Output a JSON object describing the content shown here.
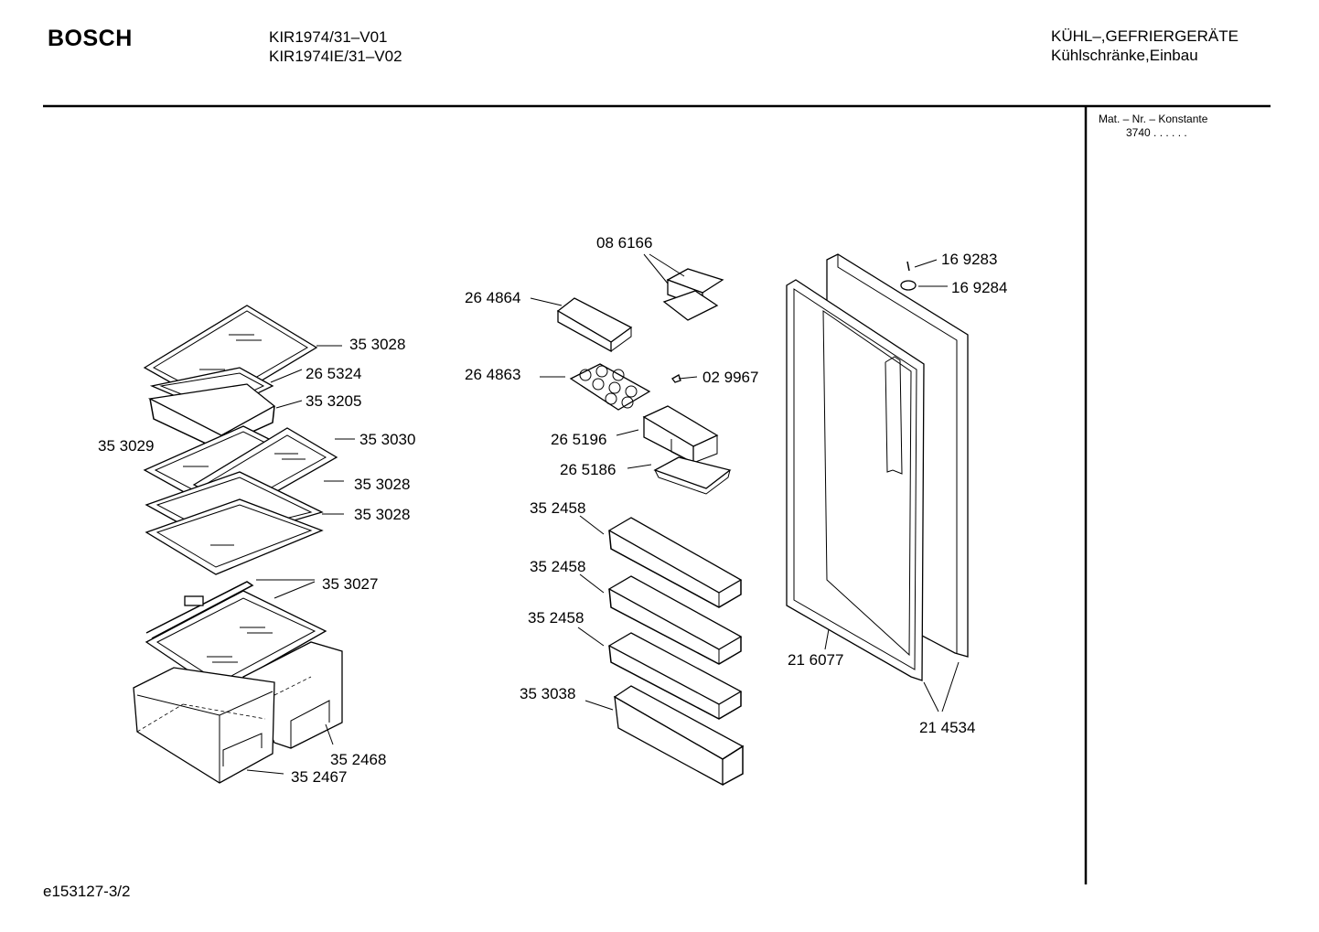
{
  "header": {
    "brand": "BOSCH",
    "models": [
      "KIR1974/31–V01",
      "KIR1974IE/31–V02"
    ],
    "category": [
      "KÜHL–,GEFRIERGERÄTE",
      "Kühlschränke,Einbau"
    ]
  },
  "sidebar": {
    "label": "Mat. – Nr. – Konstante",
    "value": "3740  .  .    .  .  .  ."
  },
  "footer": {
    "code": "e153127-3/2"
  },
  "parts": {
    "p1": "35 3028",
    "p2": "26 5324",
    "p3": "35 3205",
    "p4": "35 3029",
    "p5": "35 3030",
    "p6": "35 3028",
    "p7": "35 3028",
    "p8": "35 3027",
    "p9": "35 2468",
    "p10": "35 2467",
    "p11": "08 6166",
    "p12": "26 4864",
    "p13": "26 4863",
    "p14": "02 9967",
    "p15": "26 5196",
    "p16": "26 5186",
    "p17": "35 2458",
    "p18": "35 2458",
    "p19": "35 2458",
    "p20": "35 3038",
    "p21": "16 9283",
    "p22": "16 9284",
    "p23": "21 6077",
    "p24": "21 4534"
  }
}
